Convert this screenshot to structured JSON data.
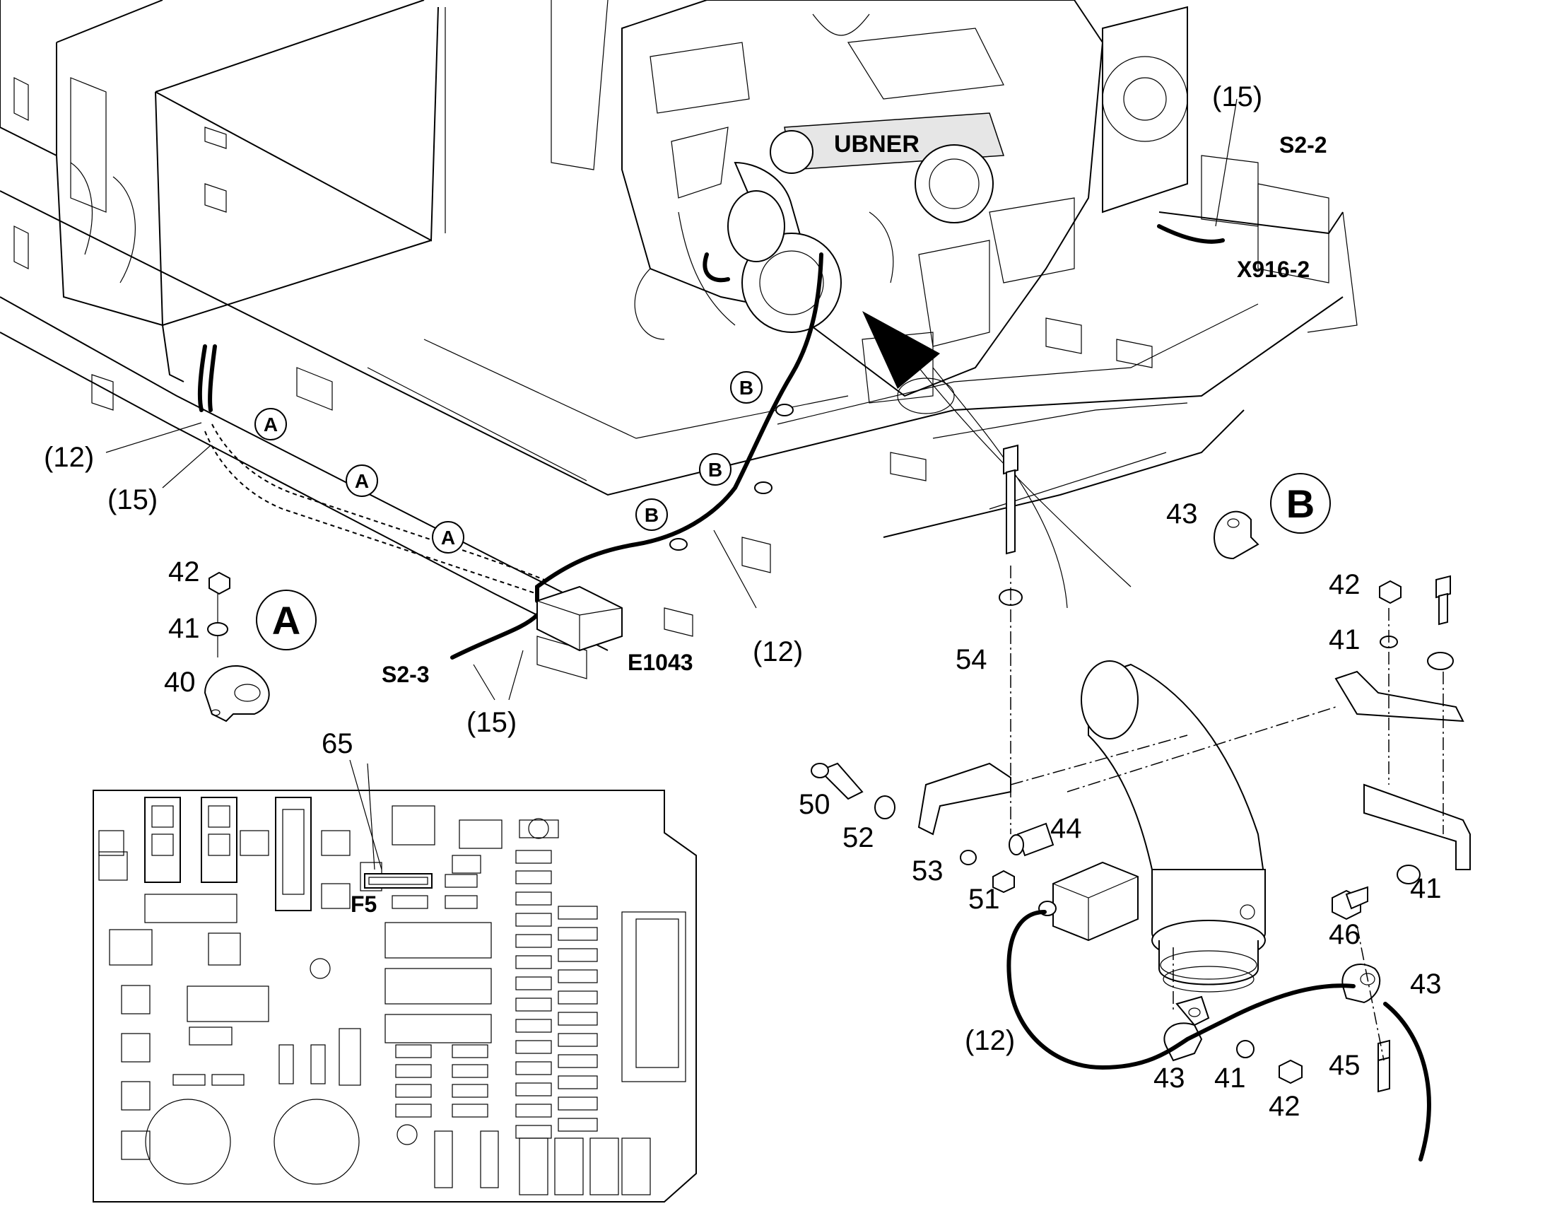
{
  "labels": {
    "l15_top": "(15)",
    "s2_2": "S2-2",
    "x916_2": "X916-2",
    "l12_left": "(12)",
    "l15_left": "(15)",
    "s2_3": "S2-3",
    "l15_bottom": "(15)",
    "e1043": "E1043",
    "l12_mid": "(12)",
    "l12_right": "(12)",
    "f5": "F5",
    "p65": "65",
    "p42_a": "42",
    "p41_a": "41",
    "p40": "40",
    "p43_b": "43",
    "p54": "54",
    "p50": "50",
    "p52": "52",
    "p53": "53",
    "p51": "51",
    "p44": "44",
    "p42_r": "42",
    "p41_r": "41",
    "p41_r2": "41",
    "p46": "46",
    "p43_r": "43",
    "p43_bot": "43",
    "p41_bot": "41",
    "p42_bot": "42",
    "p45": "45"
  },
  "callouts": {
    "a1": "A",
    "a2": "A",
    "a3": "A",
    "b1": "B",
    "b2": "B",
    "b3": "B",
    "detail_a": "A",
    "detail_b": "B"
  }
}
